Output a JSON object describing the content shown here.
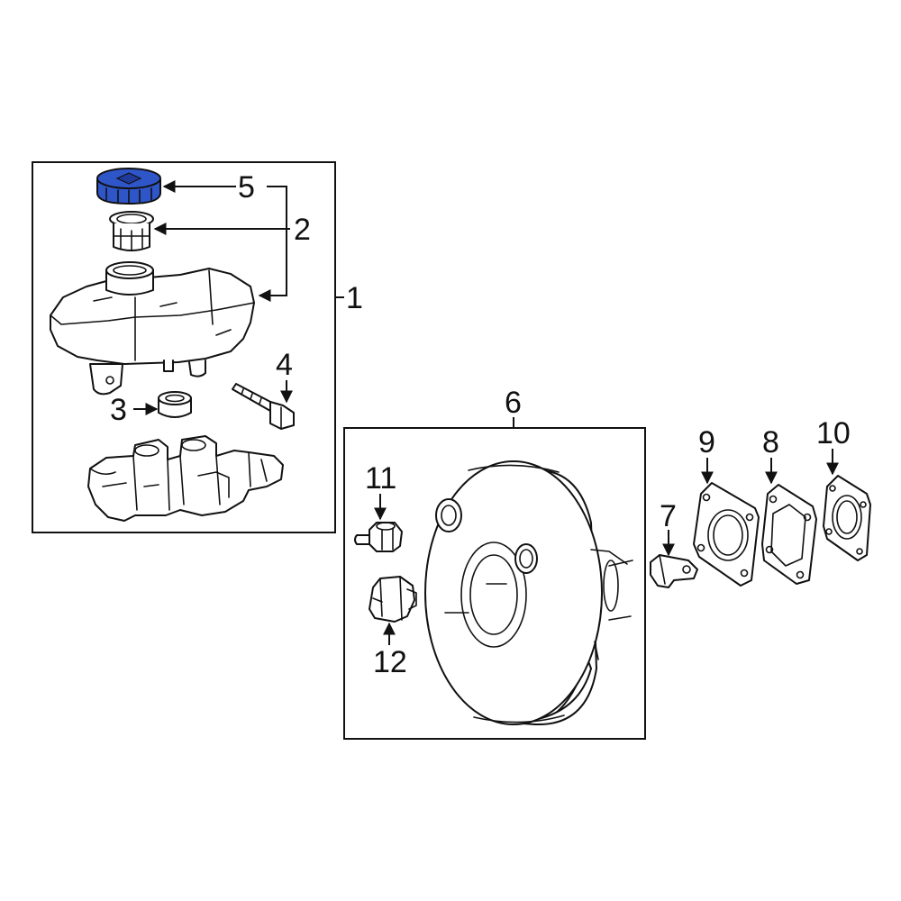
{
  "callouts": {
    "c1": "1",
    "c2": "2",
    "c3": "3",
    "c4": "4",
    "c5": "5",
    "c6": "6",
    "c7": "7",
    "c8": "8",
    "c9": "9",
    "c10": "10",
    "c11": "11",
    "c12": "12"
  },
  "colors": {
    "highlight": "#2f56c9",
    "highlight_dark": "#1f3a99",
    "line": "#111111",
    "background": "#ffffff"
  },
  "highlighted_part": "5"
}
